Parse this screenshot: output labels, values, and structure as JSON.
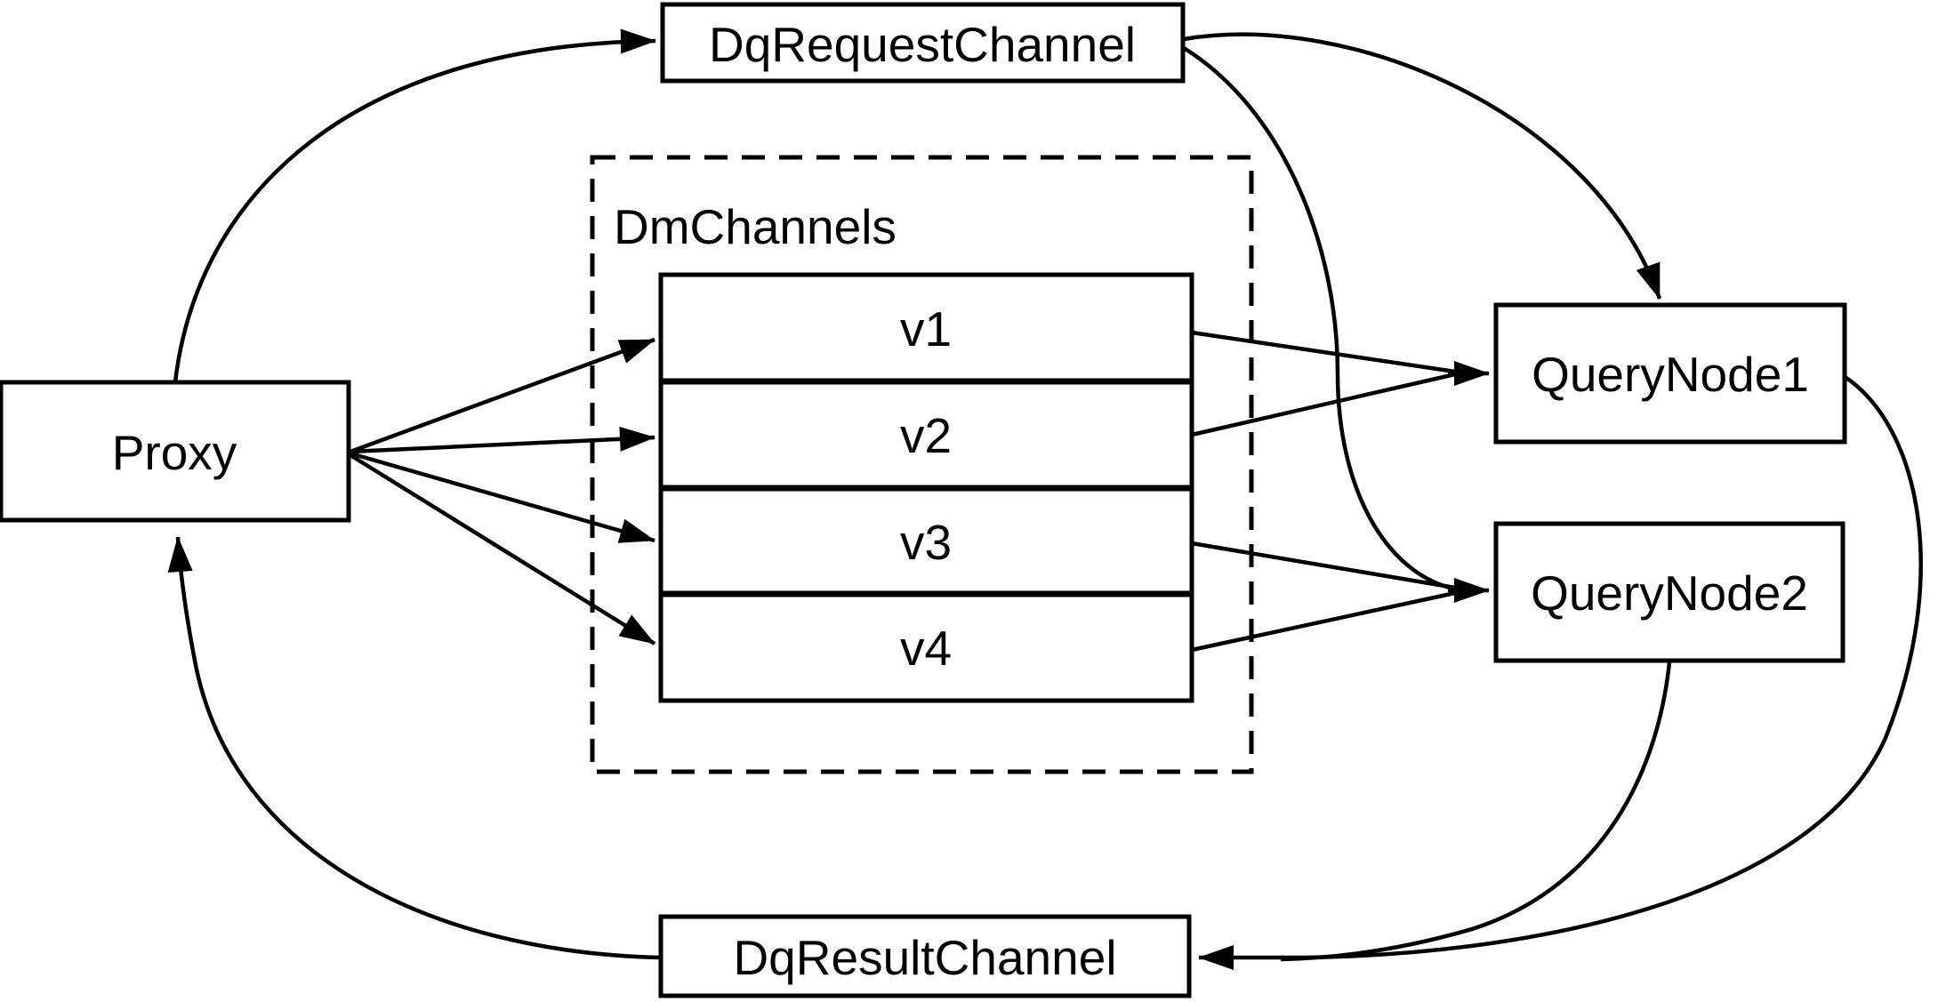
{
  "diagram": {
    "colors": {
      "background": "#ffffff",
      "stroke": "#000000",
      "box_fill": "#ffffff",
      "text": "#000000"
    },
    "nodes": {
      "dq_request_channel": "DqRequestChannel",
      "proxy": "Proxy",
      "dm_channels_group": "DmChannels",
      "channels": [
        "v1",
        "v2",
        "v3",
        "v4"
      ],
      "query_node_1": "QueryNode1",
      "query_node_2": "QueryNode2",
      "dq_result_channel": "DqResultChannel"
    },
    "edges": [
      {
        "from": "Proxy",
        "to": "DqRequestChannel",
        "style": "curved"
      },
      {
        "from": "DqRequestChannel",
        "to": "QueryNode1",
        "style": "curved"
      },
      {
        "from": "DqRequestChannel",
        "to": "QueryNode2",
        "style": "curved"
      },
      {
        "from": "Proxy",
        "to": "v1",
        "style": "straight"
      },
      {
        "from": "Proxy",
        "to": "v2",
        "style": "straight"
      },
      {
        "from": "Proxy",
        "to": "v3",
        "style": "straight"
      },
      {
        "from": "Proxy",
        "to": "v4",
        "style": "straight"
      },
      {
        "from": "v1",
        "to": "QueryNode1",
        "style": "straight"
      },
      {
        "from": "v2",
        "to": "QueryNode1",
        "style": "straight"
      },
      {
        "from": "v3",
        "to": "QueryNode2",
        "style": "straight"
      },
      {
        "from": "v4",
        "to": "QueryNode2",
        "style": "straight"
      },
      {
        "from": "QueryNode1",
        "to": "DqResultChannel",
        "style": "curved"
      },
      {
        "from": "QueryNode2",
        "to": "DqResultChannel",
        "style": "curved"
      },
      {
        "from": "DqResultChannel",
        "to": "Proxy",
        "style": "curved"
      }
    ]
  }
}
